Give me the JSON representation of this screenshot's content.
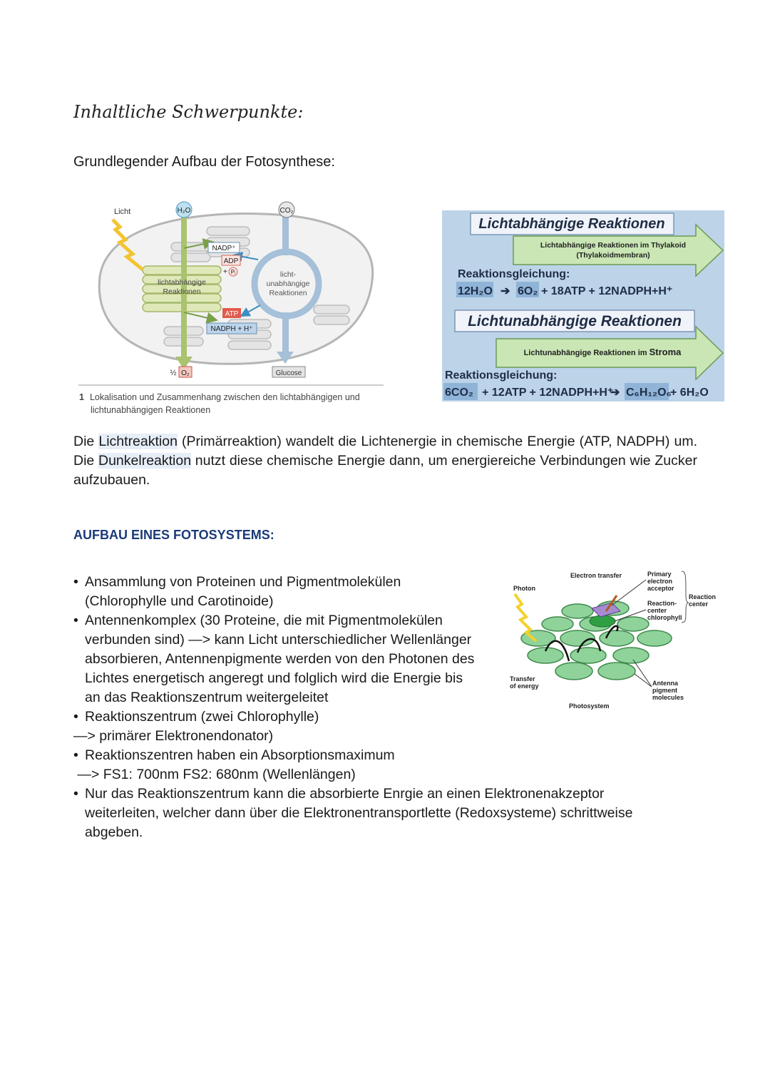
{
  "heading": "Inhaltliche Schwerpunkte:",
  "subheading": "Grundlegender Aufbau der Fotosynthese:",
  "figure1": {
    "number": "1",
    "caption_line1": "Lokalisation und Zusammenhang zwischen den lichtabhängigen und",
    "caption_line2": "lichtunabhängigen Reaktionen",
    "labels": {
      "licht": "Licht",
      "h2o": "H₂O",
      "co2": "CO₂",
      "nadp": "NADP⁺",
      "adp": "ADP",
      "plus": "+",
      "pi": "Pᵢ",
      "atp": "ATP",
      "nadph": "NADPH + H⁺",
      "lichtabh_1": "lichtabhängige",
      "lichtabh_2": "Reaktionen",
      "lichtunabh_1": "licht-",
      "lichtunabh_2": "unabhängige",
      "lichtunabh_3": "Reaktionen",
      "half": "½",
      "o2": "O₂",
      "glucose": "Glucose"
    }
  },
  "panel": {
    "title1": "Lichtabhängige Reaktionen",
    "arrow1_line1": "Lichtabhängige Reaktionen im Thylakoid",
    "arrow1_line2": "(Thylakoidmembran)",
    "eq_label1": "Reaktionsgleichung:",
    "eq1_left": "12H₂O",
    "eq1_arrow": "➔",
    "eq1_o2": "6O₂",
    "eq1_rest": "+ 18ATP + 12NADPH+H⁺",
    "title2": "Lichtunabhängige Reaktionen",
    "arrow2_text": "Lichtunabhängige Reaktionen im",
    "arrow2_bold": "Stroma",
    "eq_label2": "Reaktionsgleichung:",
    "eq2_left": "6CO₂",
    "eq2_mid": "+ 12ATP + 12NADPH+H⁺",
    "eq2_arrow": "➔",
    "eq2_glucose": "C₆H₁₂O₆",
    "eq2_rest": "+ 6H₂O"
  },
  "paragraph": {
    "t1": "Die ",
    "h1": "Lichtreaktion",
    "t2": " (Primärreaktion) wandelt die Lichtenergie in chemische Energie (ATP, NADPH) um. Die ",
    "h2": "Dunkelreaktion",
    "t3": " nutzt diese chemische Energie dann, um energiereiche Verbindungen wie Zucker aufzubauen."
  },
  "section_title": "AUFBAU EINES FOTOSYSTEMS:",
  "bullets": {
    "b1_l1": "Ansammlung von Proteinen und Pigmentmolekülen",
    "b1_l2": "(Chlorophylle und Carotinoide)",
    "b2_l1": "Antennenkomplex (30 Proteine, die mit Pigmentmolekülen",
    "b2_l2": "verbunden sind) —> kann Licht unterschiedlicher Wellenlänger",
    "b2_l3": "absorbieren, Antennenpigmente werden von den Photonen des",
    "b2_l4": "Lichtes energetisch angeregt und folglich wird die Energie bis",
    "b2_l5": "an das Reaktionszentrum weitergeleitet",
    "b3_l1": "Reaktionszentrum (zwei Chlorophylle)",
    "b3_l2": "—> primärer Elektronendonator)",
    "b4_l1": "Reaktionszentren haben ein Absorptionsmaximum",
    "b4_l2": " —> FS1: 700nm FS2: 680nm (Wellenlängen)",
    "b5_l1": "Nur das Reaktionszentrum kann die absorbierte Enrgie an einen Elektronenakzeptor",
    "b5_l2": "weiterleiten, welcher dann über die Elektronentransportlette (Redoxsysteme) schrittweise",
    "b5_l3": "abgeben.",
    "bullet_char": "•"
  },
  "photosystem": {
    "electron_transfer": "Electron transfer",
    "photon": "Photon",
    "primary": "Primary",
    "electron": "electron",
    "acceptor": "acceptor",
    "reaction": "Reaction-",
    "center": "center",
    "chlorophyll": "chlorophyll",
    "rc_1": "Reaction",
    "rc_2": "center",
    "transfer": "Transfer",
    "of_energy": "of energy",
    "antenna": "Antenna",
    "pigment": "pigment",
    "molecules": "molecules",
    "photosystem": "Photosystem"
  }
}
